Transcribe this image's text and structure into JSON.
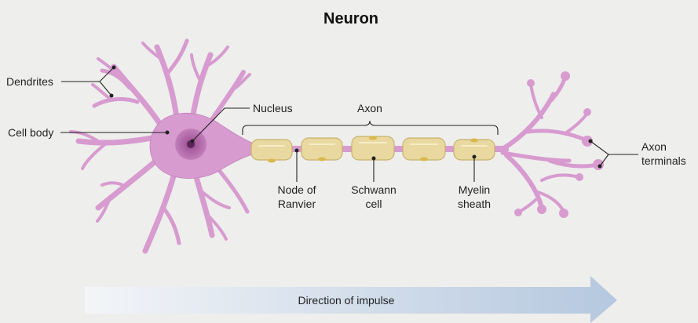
{
  "title": "Neuron",
  "labels": {
    "dendrites": "Dendrites",
    "cell_body": "Cell body",
    "nucleus": "Nucleus",
    "axon": "Axon",
    "node_of_ranvier": [
      "Node of",
      "Ranvier"
    ],
    "schwann_cell": [
      "Schwann",
      "cell"
    ],
    "myelin_sheath": [
      "Myelin",
      "sheath"
    ],
    "axon_terminals": [
      "Axon",
      "terminals"
    ]
  },
  "impulse_arrow": {
    "label": "Direction of impulse",
    "direction": "left-to-right"
  },
  "colors": {
    "background": "#eeeeec",
    "neuron": "#d79bd0",
    "neuron_outline": "#b873ae",
    "nucleus": "#a4569b",
    "nucleolus": "#5c2457",
    "myelin": "#e9d9a0",
    "myelin_outline": "#c8b26a",
    "arrow_start": "#f2f5f9",
    "arrow_end": "#b3c7df"
  }
}
